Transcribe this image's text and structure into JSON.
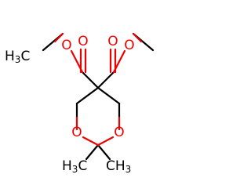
{
  "molecule": {
    "colors": {
      "carbon": "#000000",
      "oxygen": "#ee0000"
    },
    "atom_labels": {
      "o_ester_left": "O",
      "o_carbonyl_left": "O",
      "o_carbonyl_right": "O",
      "o_ester_right": "O",
      "o_ring_left": "O",
      "o_ring_right": "O"
    },
    "methyl_labels": {
      "top_left": {
        "element": "H",
        "count": "3",
        "carbon": "C"
      },
      "bottom_left": {
        "element": "H",
        "count": "3",
        "carbon": "C"
      },
      "bottom_right": {
        "carbon": "C",
        "element": "H",
        "count": "3"
      }
    }
  }
}
